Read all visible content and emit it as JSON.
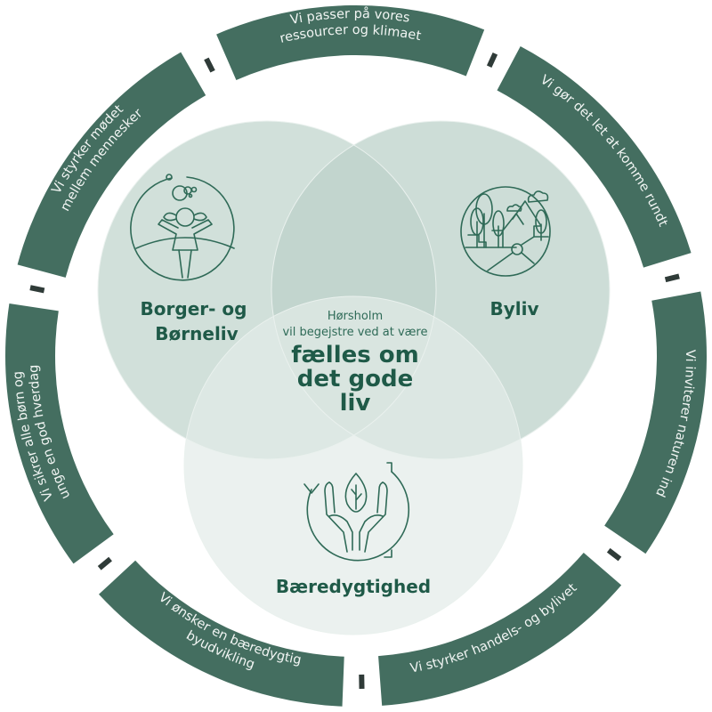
{
  "center": {
    "line1": "Hørsholm",
    "line2": "vil begejstre ved at være",
    "big": [
      "fælles om",
      "det gode",
      "liv"
    ]
  },
  "venn": [
    {
      "id": "left",
      "label": [
        "Borger- og",
        "Børneliv"
      ],
      "icon": "child-playing-icon"
    },
    {
      "id": "right",
      "label": [
        "Byliv"
      ],
      "icon": "city-landscape-icon"
    },
    {
      "id": "bottom",
      "label": [
        "Bæredygtighed"
      ],
      "icon": "hands-leaf-recycle-icon"
    }
  ],
  "ring": [
    {
      "lines": [
        "Vi passer på vores",
        "ressourcer og klimaet"
      ]
    },
    {
      "lines": [
        "Vi gør det let at komme rundt"
      ]
    },
    {
      "lines": [
        "Vi inviterer naturen ind"
      ]
    },
    {
      "lines": [
        "Vi styrker handels- og bylivet"
      ]
    },
    {
      "lines": [
        "Vi ønsker en bæredygtig",
        "byudvikling"
      ]
    },
    {
      "lines": [
        "Vi sikrer alle børn og",
        "unge en god hverdag"
      ]
    },
    {
      "lines": [
        "Vi styrker mødet",
        "mellem mennesker"
      ]
    }
  ],
  "colors": {
    "ring": "#446e60",
    "connector": "#2f3b38",
    "circle_left": "#c9dad4",
    "circle_right": "#c3d6cf",
    "circle_bottom": "#dde7e3",
    "text_dark": "#1f5a48"
  }
}
